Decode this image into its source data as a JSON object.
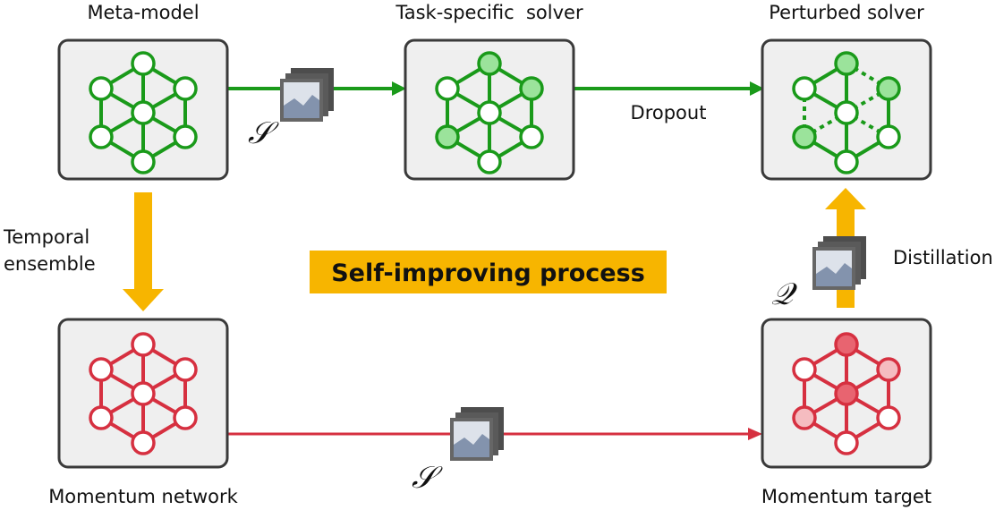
{
  "labels": {
    "meta_model": "Meta-model",
    "task_solver": "Task-specific  solver",
    "perturbed_solver": "Perturbed solver",
    "momentum_network": "Momentum network",
    "momentum_target": "Momentum target",
    "temporal_line1": "Temporal",
    "temporal_line2": "ensemble",
    "dropout": "Dropout",
    "distillation": "Distillation",
    "support_symbol": "𝒮",
    "query_symbol": "𝒬",
    "banner": "Self-improving process"
  },
  "colors": {
    "green": "#1a9a1a",
    "green_fill": "#9be39b",
    "red": "#d63040",
    "red_fill_strong": "#e86470",
    "red_fill_light": "#f5bcc0",
    "arrow_yellow": "#f7b500",
    "banner_bg": "#f7b500",
    "box_bg": "#efefef",
    "box_border": "#3a3a3a",
    "image_stack": "#555555",
    "image_sky": "#d9dee6",
    "image_mount": "#8393ad"
  }
}
